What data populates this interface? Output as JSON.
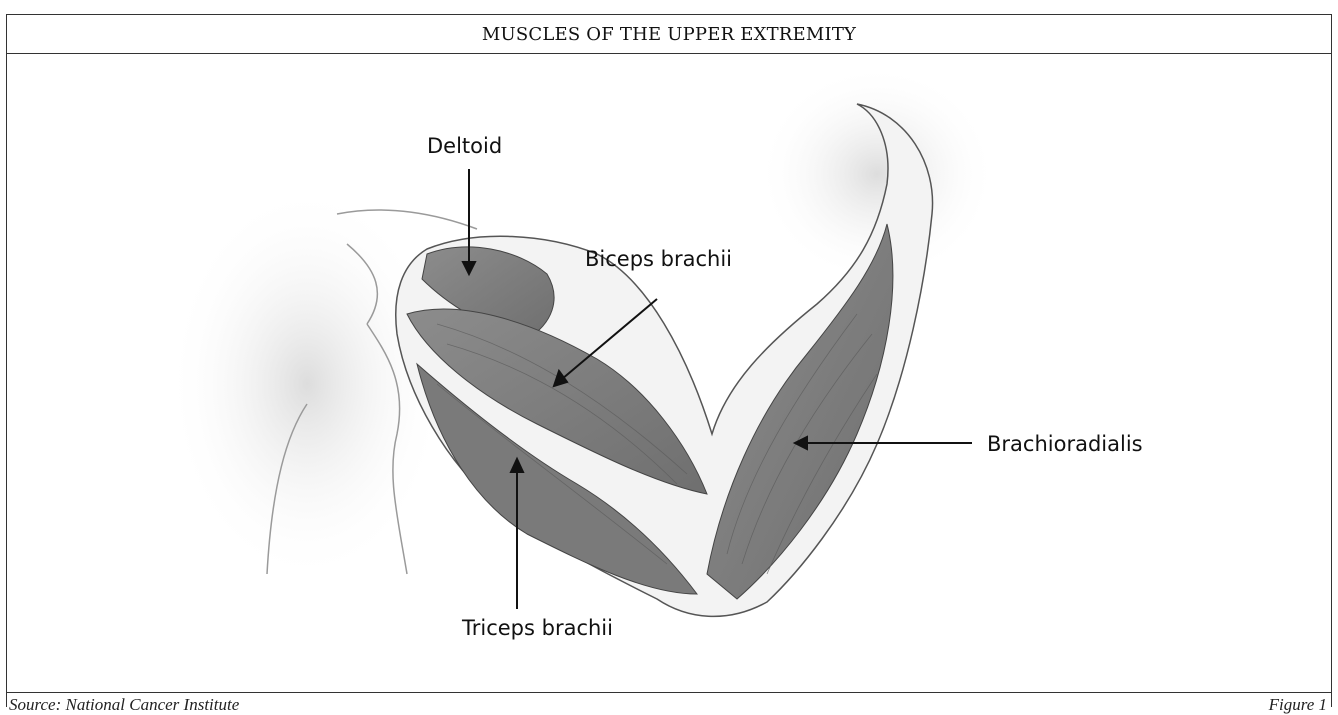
{
  "title": "MUSCLES OF THE UPPER EXTREMITY",
  "labels": {
    "deltoid": "Deltoid",
    "biceps": "Biceps brachii",
    "brachioradialis": "Brachioradialis",
    "triceps": "Triceps brachii"
  },
  "footer": {
    "source": "Source: National Cancer Institute",
    "figure": "Figure 1"
  }
}
